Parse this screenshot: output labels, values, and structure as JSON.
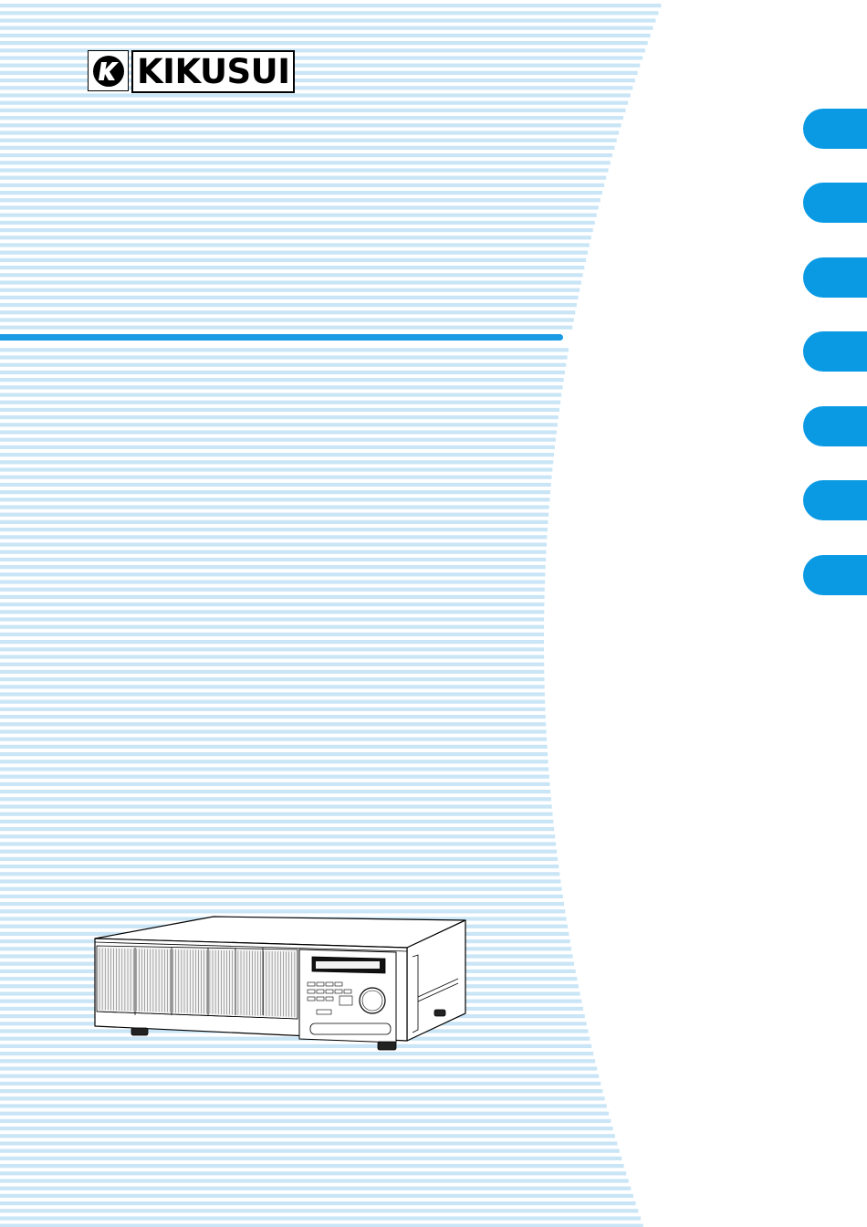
{
  "brand": {
    "name": "KIKUSUI",
    "logo_icon": "kikusui-k-emblem"
  },
  "colors": {
    "accent": "#1a9be3",
    "stripe": "#c9e5f6",
    "tab": "#0a9ae4"
  },
  "index_tabs": [
    {
      "label": ""
    },
    {
      "label": ""
    },
    {
      "label": ""
    },
    {
      "label": ""
    },
    {
      "label": ""
    },
    {
      "label": ""
    },
    {
      "label": ""
    }
  ],
  "illustration": {
    "subject": "electronic-load-instrument"
  }
}
